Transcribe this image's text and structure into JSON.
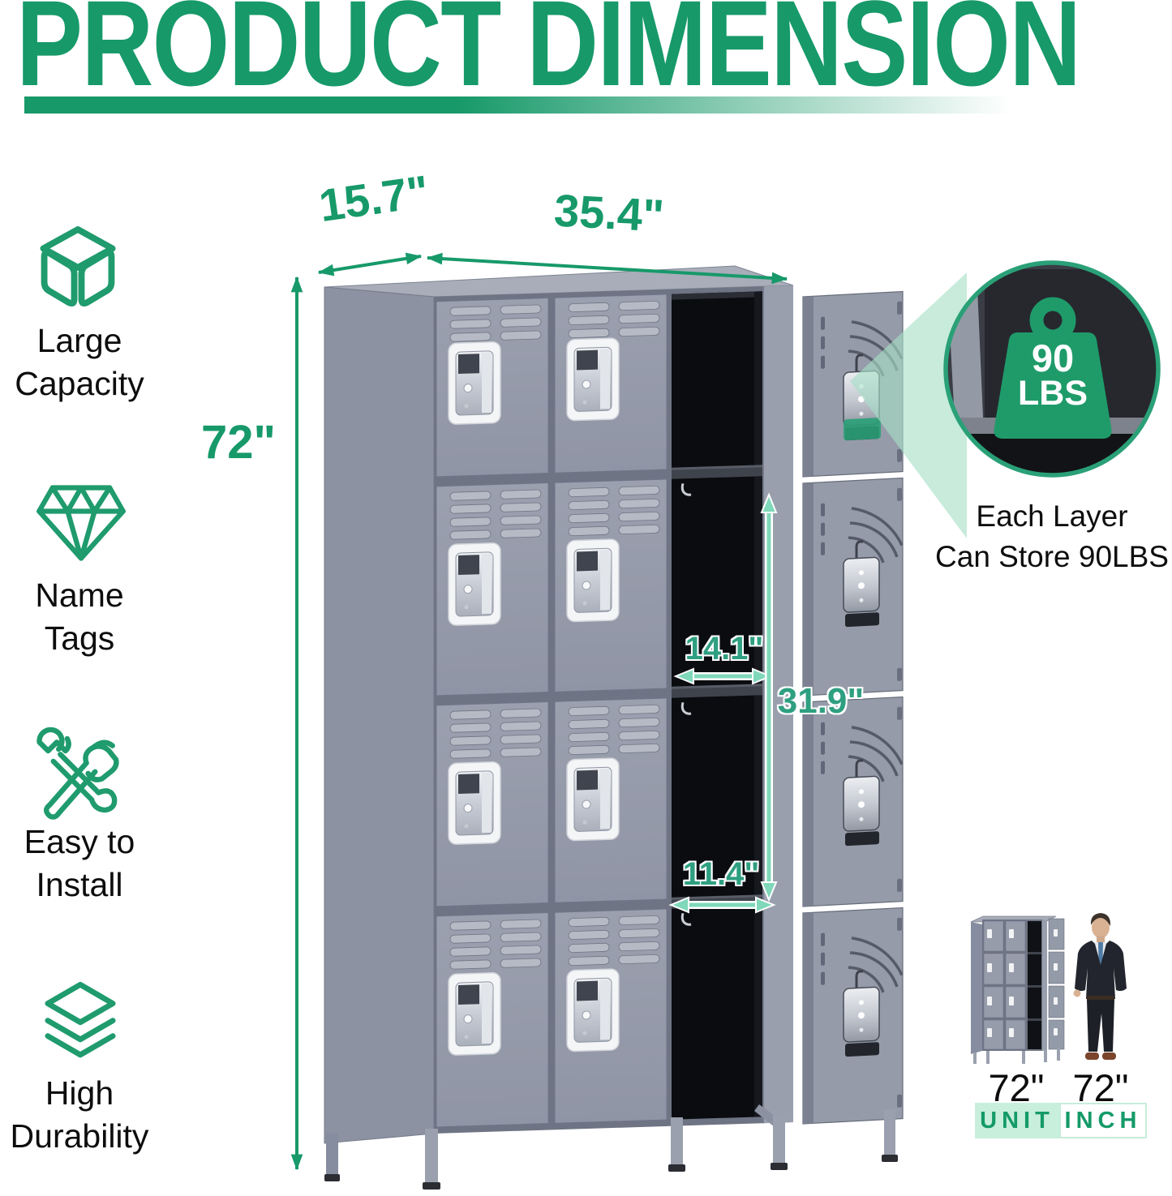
{
  "title": "PRODUCT DIMENSION",
  "features": [
    {
      "icon": "cube-icon",
      "line1": "Large",
      "line2": "Capacity"
    },
    {
      "icon": "diamond-icon",
      "line1": "Name",
      "line2": "Tags"
    },
    {
      "icon": "tools-icon",
      "line1": "Easy to",
      "line2": "Install"
    },
    {
      "icon": "layers-icon",
      "line1": "High",
      "line2": "Durability"
    }
  ],
  "dimensions": {
    "depth": "15.7\"",
    "width": "35.4\"",
    "height": "72\"",
    "compartment_width": "14.1\"",
    "compartment_height": "31.9\"",
    "compartment_depth": "11.4\""
  },
  "weight_callout": {
    "value": "90",
    "unit": "LBS",
    "caption_line1": "Each Layer",
    "caption_line2": "Can Store 90LBS"
  },
  "scale_comparison": {
    "locker_height": "72\"",
    "person_height": "72\"",
    "unit_label": "UNIT",
    "unit_value": "INCH"
  },
  "colors": {
    "accent_green": "#17996a",
    "mint_arrow": "#7fd8ba",
    "teal_label": "#2f9f81",
    "locker_gray": "#979caa"
  }
}
